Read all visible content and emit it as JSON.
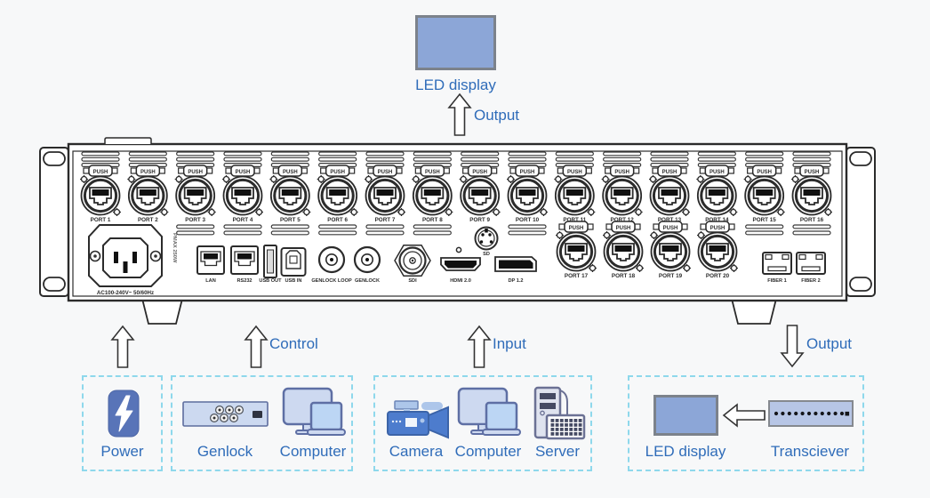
{
  "diagram": {
    "background_color": "#f7f8f9",
    "accent_text_color": "#2f6cb9",
    "dashed_border_color": "#8ed8ec",
    "screen_fill_color": "#8ca6d7",
    "top": {
      "led_label": "LED display",
      "output_label": "Output"
    },
    "flows": {
      "control_label": "Control",
      "input_label": "Input",
      "output_label": "Output"
    },
    "groups": {
      "power": {
        "label": "Power"
      },
      "control": {
        "genlock_label": "Genlock",
        "computer_label": "Computer"
      },
      "input": {
        "camera_label": "Camera",
        "computer_label": "Computer",
        "server_label": "Server"
      },
      "output": {
        "led_label": "LED display",
        "transceiver_label": "Transciever"
      }
    }
  },
  "device": {
    "push_label": "PUSH",
    "top_ports": [
      "PORT 1",
      "PORT 2",
      "PORT 3",
      "PORT 4",
      "PORT 5",
      "PORT 6",
      "PORT 7",
      "PORT 8",
      "PORT 9",
      "PORT 10",
      "PORT 11",
      "PORT 12",
      "PORT 13",
      "PORT 14",
      "PORT 15",
      "PORT 16"
    ],
    "mid_ports": [
      "PORT 17",
      "PORT 18",
      "PORT 19",
      "PORT 20"
    ],
    "power": {
      "rating_label": "AC100-240V~  50/60Hz",
      "max_power_label": "PMAX 250W"
    },
    "connectors": [
      "LAN",
      "RS232",
      "USB OUT",
      "USB IN",
      "GENLOCK LOOP",
      "GENLOCK",
      "SDI",
      "HDMI 2.0",
      "SD",
      "DP 1.2",
      "FIBER 1",
      "FIBER 2"
    ]
  }
}
